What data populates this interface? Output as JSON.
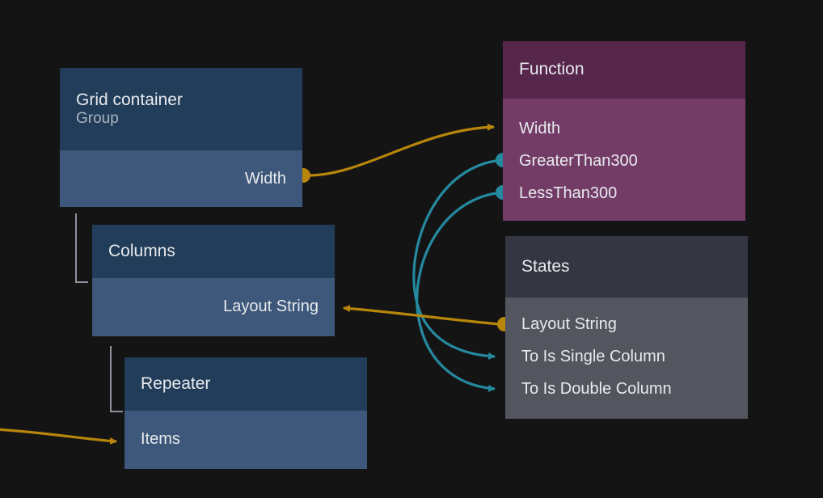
{
  "theme": {
    "background": "#141414",
    "gold_wire": "#b8860b",
    "teal_wire": "#2589a0",
    "blue_header": "#213d59",
    "blue_body": "#3d587a",
    "magenta_header": "#57264b",
    "magenta_body": "#733c67",
    "grey_header": "#343742",
    "grey_body": "#53565f",
    "text": "#e8eaee",
    "subtitle_text": "#aab3c0",
    "bracket": "#8d939c"
  },
  "nodes": {
    "grid_container": {
      "title": "Grid container",
      "subtitle": "Group",
      "ports": [
        {
          "label": "Width",
          "align": "right",
          "port": "output-dot-gold"
        }
      ]
    },
    "columns": {
      "title": "Columns",
      "ports": [
        {
          "label": "Layout String",
          "align": "right",
          "port": "input-arrow-gold"
        }
      ]
    },
    "repeater": {
      "title": "Repeater",
      "ports": [
        {
          "label": "Items",
          "align": "left",
          "port": "input-arrow-gold"
        }
      ]
    },
    "function": {
      "title": "Function",
      "ports": [
        {
          "label": "Width",
          "align": "left",
          "port": "input-arrow-gold"
        },
        {
          "label": "GreaterThan300",
          "align": "left",
          "port": "output-dot-teal"
        },
        {
          "label": "LessThan300",
          "align": "left",
          "port": "output-dot-teal"
        }
      ]
    },
    "states": {
      "title": "States",
      "ports": [
        {
          "label": "Layout String",
          "align": "left",
          "port": "output-dot-gold"
        },
        {
          "label": "To Is Single Column",
          "align": "left",
          "port": "input-arrow-teal"
        },
        {
          "label": "To Is Double Column",
          "align": "left",
          "port": "input-arrow-teal"
        }
      ]
    }
  },
  "connections": [
    {
      "name": "grid-width-to-function-width",
      "color": "#b8860b",
      "from": "grid_container.Width",
      "to": "function.Width"
    },
    {
      "name": "function-greaterthan300-to-states-single-column",
      "color": "#2589a0",
      "from": "function.GreaterThan300",
      "to": "states.To Is Single Column"
    },
    {
      "name": "function-lessthan300-to-states-double-column",
      "color": "#2589a0",
      "from": "function.LessThan300",
      "to": "states.To Is Double Column"
    },
    {
      "name": "states-layout-string-to-columns-layout-string",
      "color": "#b8860b",
      "from": "states.Layout String",
      "to": "columns.Layout String"
    },
    {
      "name": "offscreen-to-repeater-items",
      "color": "#b8860b",
      "from": "offscreen-left",
      "to": "repeater.Items"
    }
  ]
}
